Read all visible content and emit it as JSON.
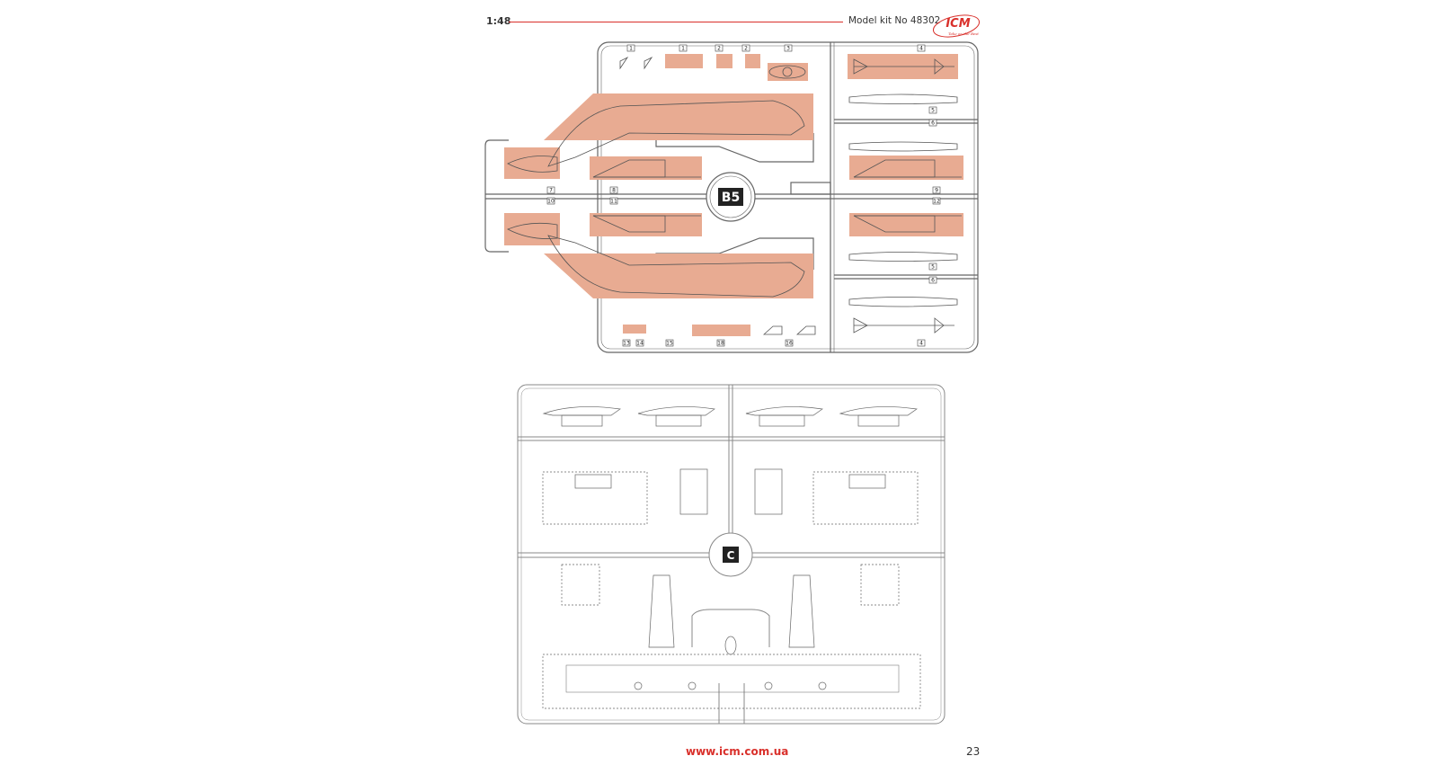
{
  "header": {
    "scale": "1:48",
    "model_kit": "Model kit No 48302",
    "logo_text": "ICM",
    "logo_tagline": "Take on the Best"
  },
  "sprue_b": {
    "label": "B5",
    "part_numbers": [
      "1",
      "1",
      "2",
      "2",
      "3",
      "4",
      "5",
      "6",
      "7",
      "10",
      "8",
      "11",
      "9",
      "12",
      "5",
      "6",
      "13",
      "14",
      "15",
      "18",
      "16",
      "4"
    ]
  },
  "sprue_c": {
    "label": "C"
  },
  "footer": {
    "url": "www.icm.com.ua",
    "page_number": "23"
  },
  "colors": {
    "accent": "#d9302b",
    "highlight": "#e8ab92",
    "line": "#555555"
  }
}
